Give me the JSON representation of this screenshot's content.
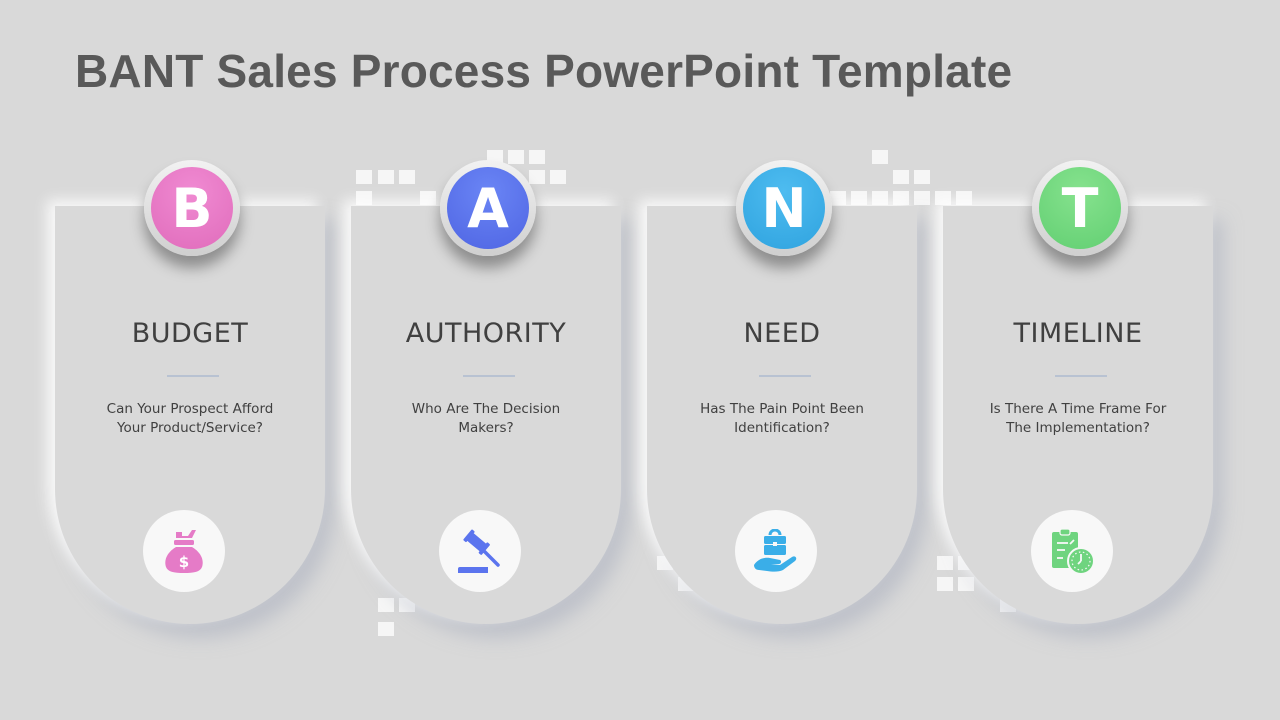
{
  "slide": {
    "title": "BANT Sales Process PowerPoint Template"
  },
  "cards": [
    {
      "letter": "B",
      "heading": "BUDGET",
      "line1": "Can Your Prospect Afford",
      "line2": "Your Product/Service?",
      "icon": "money-bag-icon",
      "color": "#e57bc7"
    },
    {
      "letter": "A",
      "heading": "AUTHORITY",
      "line1": "Who Are The Decision",
      "line2": "Makers?",
      "icon": "gavel-icon",
      "color": "#5b74ee"
    },
    {
      "letter": "N",
      "heading": "NEED",
      "line1": "Has The Pain Point Been",
      "line2": "Identification?",
      "icon": "briefcase-hand-icon",
      "color": "#3aaee8"
    },
    {
      "letter": "T",
      "heading": "TIMELINE",
      "line1": "Is There A Time Frame For",
      "line2": "The Implementation?",
      "icon": "clipboard-clock-icon",
      "color": "#6fd47f"
    }
  ]
}
